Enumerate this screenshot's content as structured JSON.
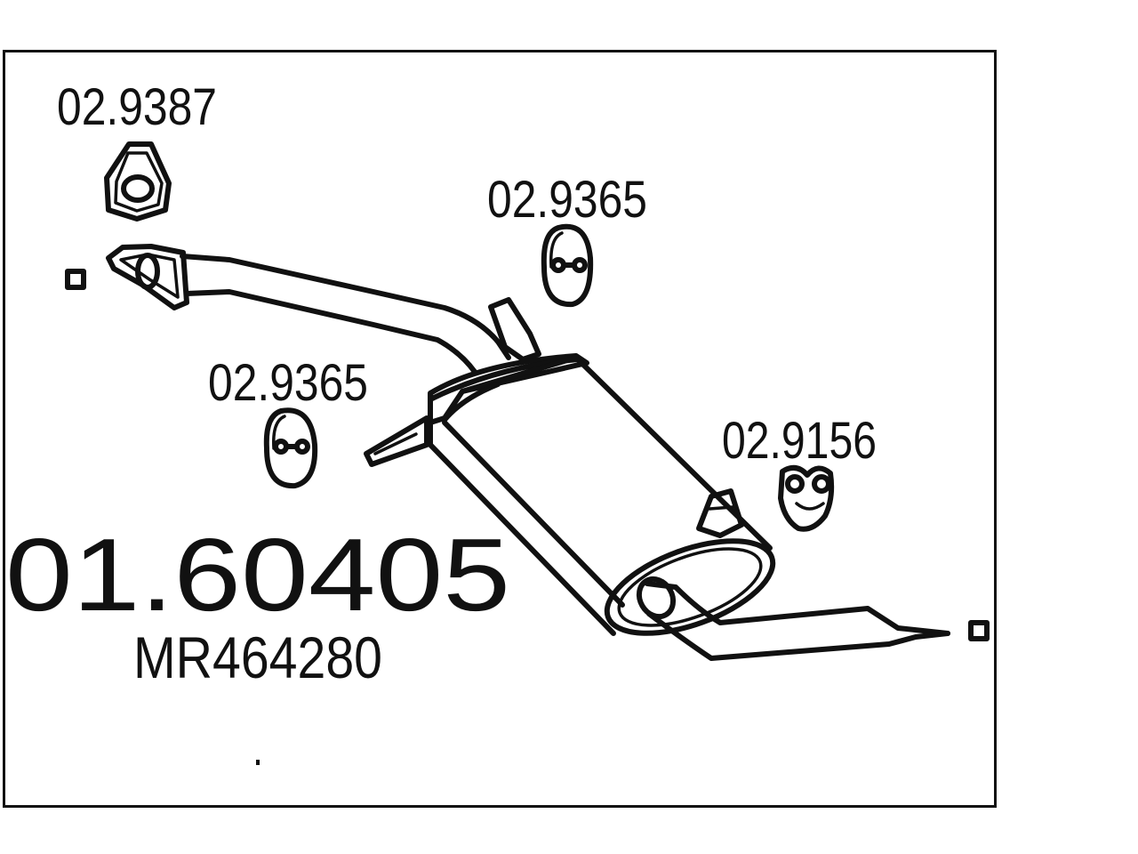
{
  "diagram": {
    "main_part_number": "01.60405",
    "oe_reference": "MR464280",
    "callouts": {
      "gasket": "02.9387",
      "hanger_front": "02.9365",
      "hanger_middle": "02.9365",
      "hanger_rear": "02.9156"
    },
    "colors": {
      "line": "#111111",
      "background": "#ffffff"
    },
    "icons": [
      "gasket-icon",
      "rubber-hanger-icon",
      "rubber-hanger-icon",
      "rubber-hanger-icon",
      "silencer-icon",
      "end-marker-icon",
      "end-marker-icon"
    ]
  }
}
